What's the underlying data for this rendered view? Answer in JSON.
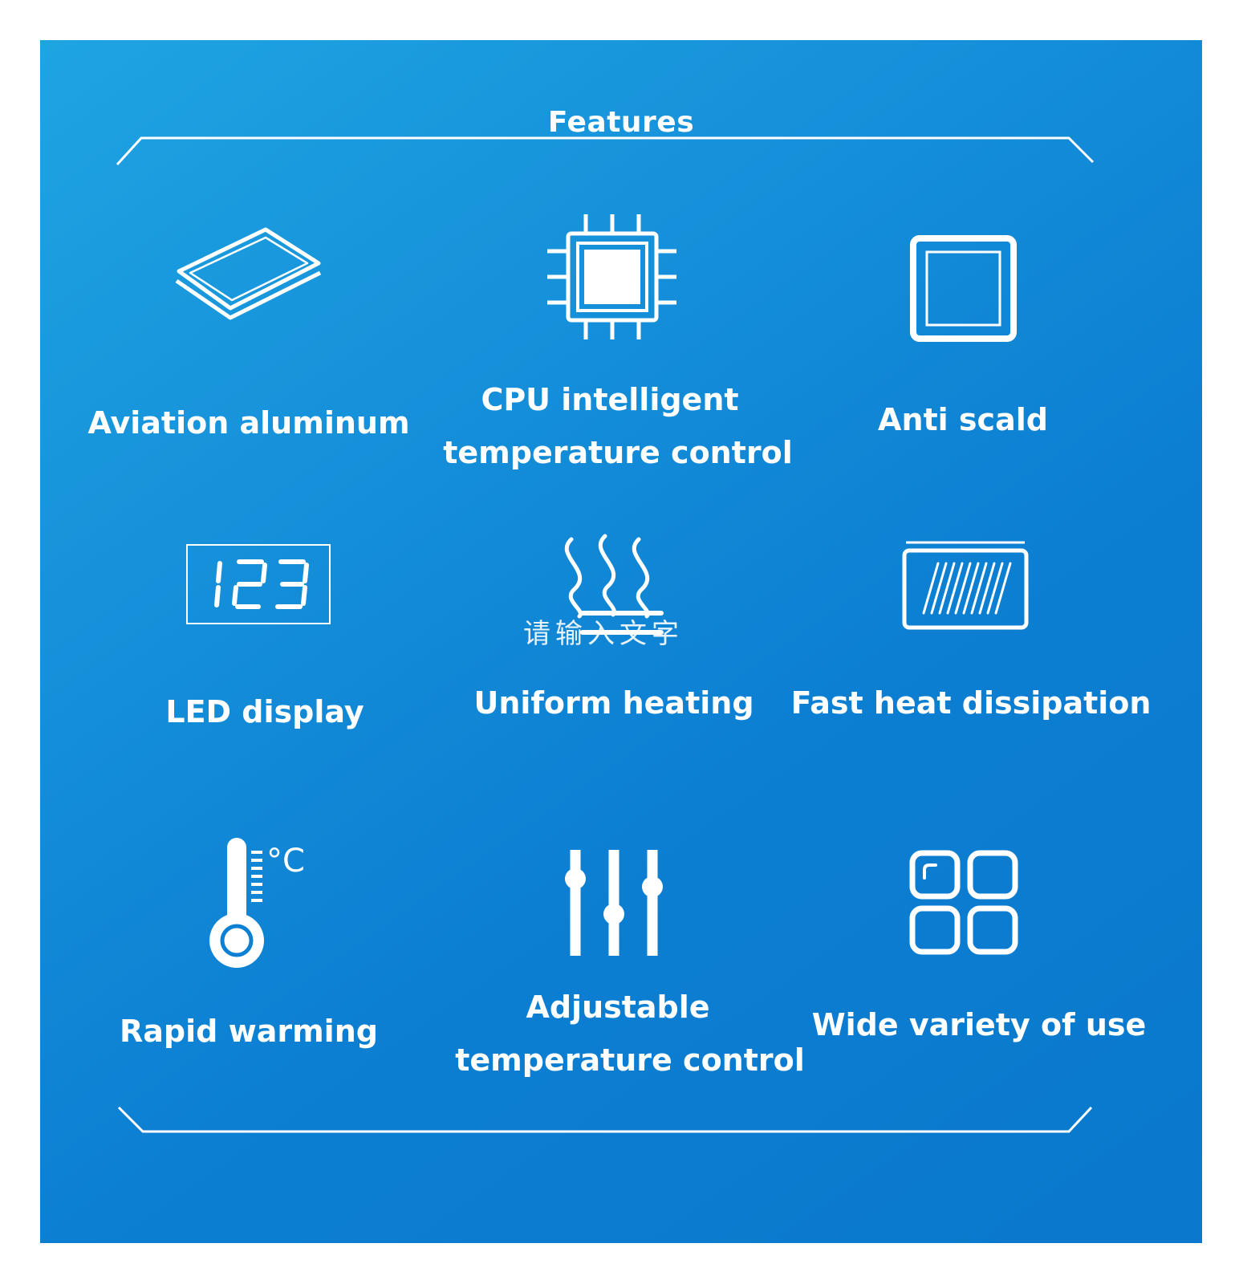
{
  "title": "Features",
  "features": [
    {
      "label": "Aviation aluminum",
      "icon": "aluminum-plate-icon"
    },
    {
      "line1": "CPU intelligent",
      "line2": "temperature control",
      "icon": "cpu-chip-icon"
    },
    {
      "label": "Anti scald",
      "icon": "square-frame-icon"
    },
    {
      "label": "LED display",
      "icon": "led-digits-icon",
      "digits": "123"
    },
    {
      "label": "Uniform heating",
      "icon": "heat-waves-icon",
      "overlay_text": "请输入文字"
    },
    {
      "label": "Fast heat dissipation",
      "icon": "heat-sink-icon"
    },
    {
      "label": "Rapid warming",
      "icon": "thermometer-icon",
      "unit": "°C"
    },
    {
      "line1": "Adjustable",
      "line2": "temperature control",
      "icon": "sliders-icon"
    },
    {
      "label": "Wide variety of use",
      "icon": "grid-apps-icon"
    }
  ]
}
